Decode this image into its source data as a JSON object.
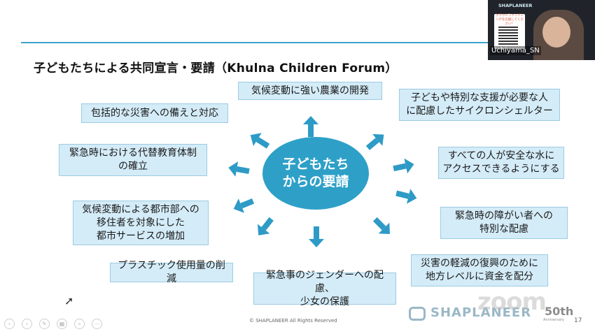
{
  "slide": {
    "title": "子どもたちによる共同宣言・要請（Khulna Children Forum）",
    "center": "子どもたち\nからの要請",
    "items": [
      "気候変動に強い農業の開発",
      "子どもや特別な支援が必要な人\nに配慮したサイクロンシェルター",
      "すべての人が安全な水に\nアクセスできるようにする",
      "緊急時の障がい者への\n特別な配慮",
      "災害の軽減の復興のために\n地方レベルに資金を配分",
      "緊急事のジェンダーへの配慮、\n少女の保護",
      "プラスチック使用量の削減",
      "気候変動による都市部への\n移住者を対象にした\n都市サービスの増加",
      "緊急時における代替教育体制\nの確立",
      "包括的な災害への備えと対応"
    ],
    "copyright": "© SHAPLANEER All Rights Reserved",
    "logo": "SHAPLANEER",
    "anniversary": "50th",
    "anniversary_sub": "Anniversary",
    "page_number": "17"
  },
  "video_panel": {
    "brand": "SHAPLANEER",
    "cta": "クラウドファンディングを応援してください！",
    "username": "Uchiyama_SN"
  },
  "zoom_watermark": "zoom",
  "toolbar": {
    "icons": [
      "prev-icon",
      "next-icon",
      "pen-icon",
      "slides-icon",
      "zoom-icon",
      "more-icon"
    ]
  },
  "colors": {
    "accent": "#2ea0c8",
    "box_fill": "#d4ecf8",
    "box_border": "#9bcbe2"
  }
}
